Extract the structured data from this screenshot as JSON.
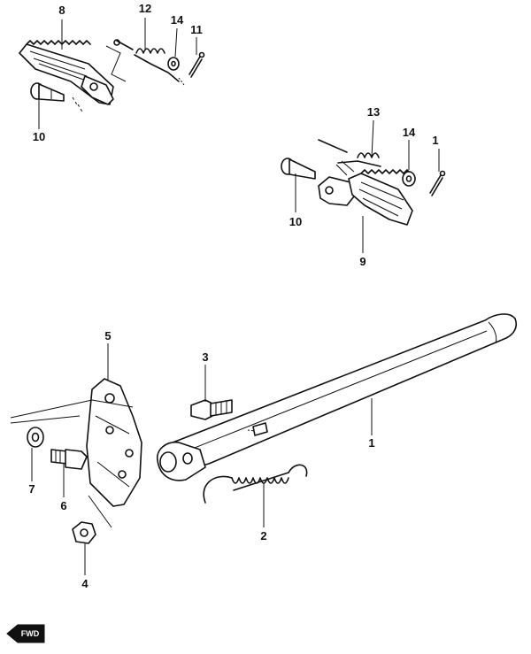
{
  "diagram": {
    "callouts": {
      "c1": "1",
      "c2": "2",
      "c3": "3",
      "c4": "4",
      "c5": "5",
      "c6": "6",
      "c7": "7",
      "c8": "8",
      "c9": "9",
      "c10a": "10",
      "c10b": "10",
      "c11a": "11",
      "c11b": "1",
      "c12": "12",
      "c13": "13",
      "c14a": "14",
      "c14b": "14"
    },
    "fwd_badge": "FWD"
  }
}
